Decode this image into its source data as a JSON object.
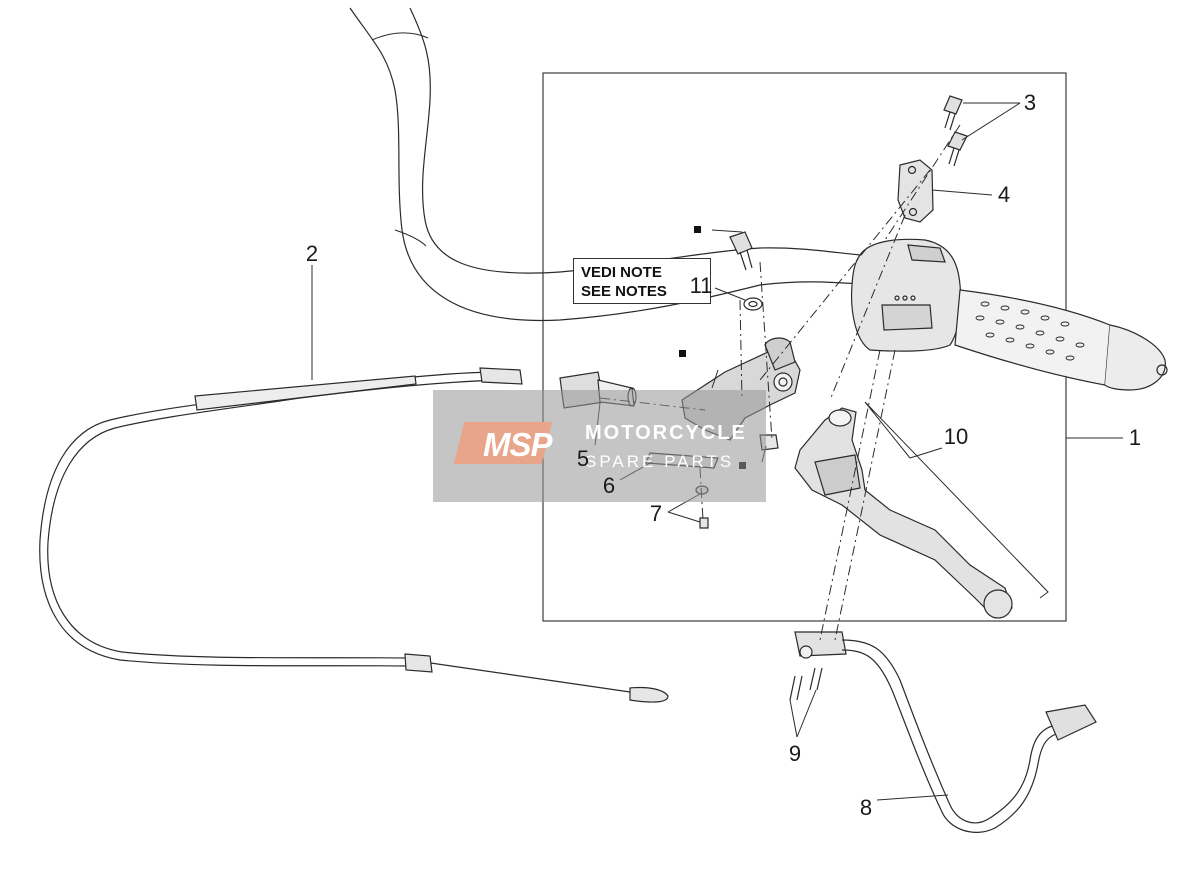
{
  "callouts": {
    "c1": "1",
    "c2": "2",
    "c3": "3",
    "c4": "4",
    "c5": "5",
    "c6": "6",
    "c7": "7",
    "c8": "8",
    "c9": "9",
    "c10": "10",
    "c11": "11"
  },
  "note": {
    "line1": "VEDI NOTE",
    "line2": "SEE NOTES"
  },
  "watermark": {
    "logo": "MSP",
    "title": "MOTORCYCLE",
    "subtitle": "SPARE PARTS"
  },
  "colors": {
    "line": "#2b2b2b",
    "part_fill": "#dcdcdc",
    "part_dark": "#9a9a9a",
    "watermark_bg": "#969696",
    "watermark_logo": "#e8a58a"
  }
}
